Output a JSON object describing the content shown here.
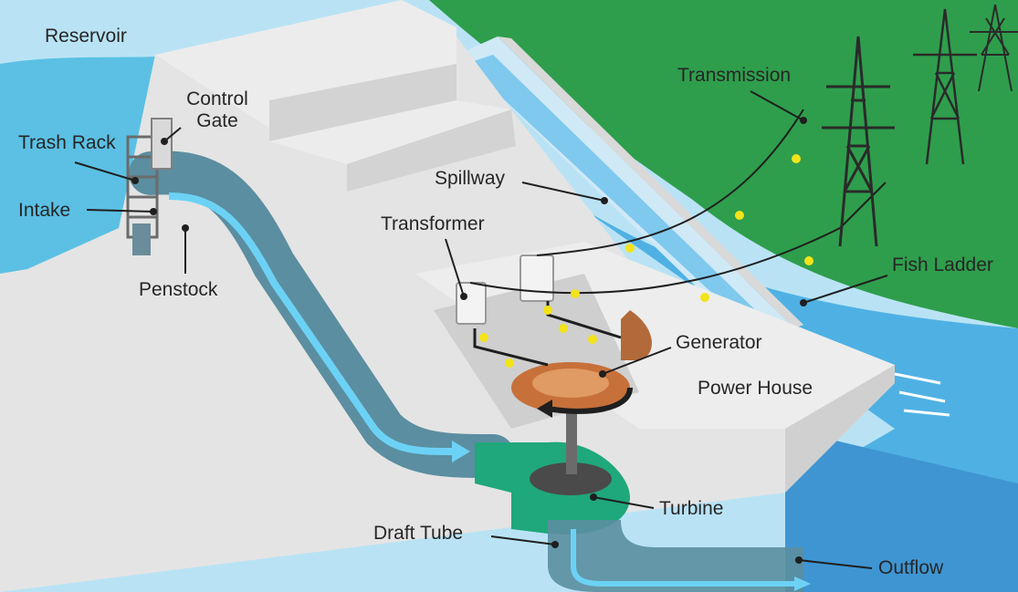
{
  "diagram": {
    "labels": {
      "reservoir": "Reservoir",
      "control_gate_line1": "Control",
      "control_gate_line2": "Gate",
      "trash_rack": "Trash Rack",
      "intake": "Intake",
      "penstock": "Penstock",
      "spillway": "Spillway",
      "transformer": "Transformer",
      "transmission": "Transmission",
      "fish_ladder": "Fish Ladder",
      "generator": "Generator",
      "power_house": "Power House",
      "turbine": "Turbine",
      "draft_tube": "Draft Tube",
      "outflow": "Outflow"
    },
    "colors": {
      "sky": "#b9e3f5",
      "reservoir_water": "#5bc0e4",
      "hill": "#2e9e4c",
      "concrete": "#e4e4e4",
      "concrete_shadow": "#c9c9c9",
      "penstock_pipe": "#5b8ea0",
      "flow_arrow": "#6cd2f5",
      "turbine_housing": "#1fa87b",
      "generator_copper": "#c7703a",
      "power_line": "#1f1f1f",
      "power_dot": "#f3e31a",
      "tower": "#2a2a2a",
      "outflow_water": "#4a9fd8"
    }
  }
}
